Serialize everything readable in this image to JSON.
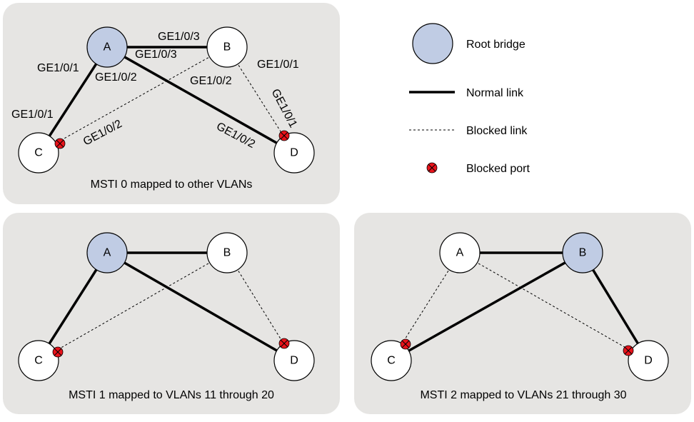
{
  "colors": {
    "root": "#c0cce4",
    "node": "#ffffff",
    "blocked_port": "#e8131b",
    "panel": "#e6e5e3"
  },
  "legend": {
    "root_bridge": "Root bridge",
    "normal_link": "Normal link",
    "blocked_link": "Blocked link",
    "blocked_port": "Blocked port"
  },
  "mst0": {
    "caption": "MSTI 0 mapped to other VLANs",
    "nodes": {
      "a": "A",
      "b": "B",
      "c": "C",
      "d": "D"
    },
    "ports": {
      "ab_a_side": "GE1/0/3",
      "ab_b_side": "GE1/0/3",
      "ac_a_side": "GE1/0/1",
      "ac_c_side": "GE1/0/1",
      "ad_a_side": "GE1/0/2",
      "ad_d_side": "GE1/0/2",
      "bc_b_side": "GE1/0/2",
      "bc_c_side": "GE1/0/2",
      "bd_b_side": "GE1/0/1",
      "bd_d_side": "GE1/0/1"
    }
  },
  "mst1": {
    "caption": "MSTI 1 mapped to VLANs 11 through 20",
    "nodes": {
      "a": "A",
      "b": "B",
      "c": "C",
      "d": "D"
    }
  },
  "mst2": {
    "caption": "MSTI 2 mapped to VLANs 21 through 30",
    "nodes": {
      "a": "A",
      "b": "B",
      "c": "C",
      "d": "D"
    }
  }
}
